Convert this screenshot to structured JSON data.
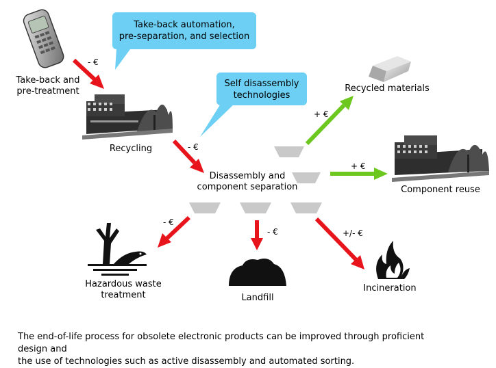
{
  "bubbles": [
    {
      "line1": "Take-back automation,",
      "line2": "pre-separation, and selection"
    },
    {
      "line1": "Self disassembly",
      "line2": "technologies"
    }
  ],
  "nodes": {
    "takeback": {
      "line1": "Take-back and",
      "line2": "pre-treatment"
    },
    "recycling": "Recycling",
    "disassembly": {
      "line1": "Disassembly and",
      "line2": "component separation"
    },
    "recycled_materials": "Recycled materials",
    "component_reuse": "Component reuse",
    "hazardous": {
      "line1": "Hazardous waste",
      "line2": "treatment"
    },
    "landfill": "Landfill",
    "incineration": "Incineration"
  },
  "costs": {
    "takeback_to_recycling": "- €",
    "recycling_to_disassembly": "- €",
    "to_recycled_materials": "+ €",
    "to_component_reuse": "+ €",
    "to_hazardous": "- €",
    "to_landfill": "- €",
    "to_incineration": "+/- €"
  },
  "colors": {
    "negative": "#e8141b",
    "positive": "#6cc71e",
    "bubble": "#6ccff3",
    "funnel": "#c9c9c9"
  },
  "caption": {
    "line1": "The end-of-life process for obsolete electronic products can be improved through proficient design and",
    "line2": "the use of technologies such as active disassembly and automated sorting."
  }
}
